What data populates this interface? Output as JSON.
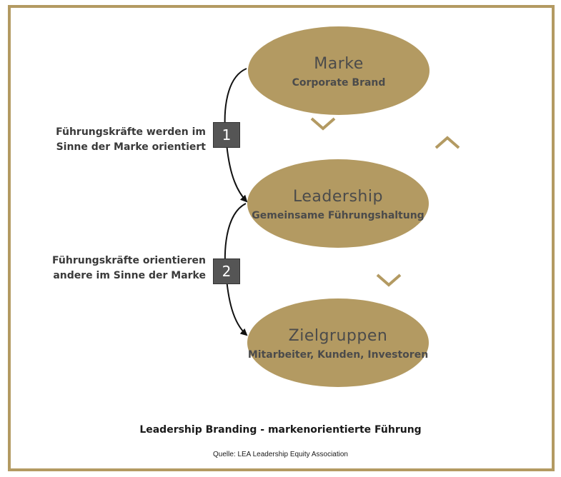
{
  "nodes": [
    {
      "id": "marke",
      "title": "Marke",
      "subtitle": "Corporate Brand"
    },
    {
      "id": "leadership",
      "title": "Leadership",
      "subtitle": "Gemeinsame Führungshaltung"
    },
    {
      "id": "zielgruppen",
      "title": "Zielgruppen",
      "subtitle": "Mitarbeiter, Kunden, Investoren"
    }
  ],
  "steps": [
    {
      "number": "1",
      "line1": "Führungskräfte werden im",
      "line2": "Sinne der Marke orientiert"
    },
    {
      "number": "2",
      "line1": "Führungskräfte orientieren",
      "line2": "andere im Sinne der Marke"
    }
  ],
  "caption": {
    "title": "Leadership Branding - markenorientierte Führung",
    "source": "Quelle: LEA Leadership Equity Association"
  },
  "colors": {
    "accent_gold": "#b39a62",
    "badge_gray": "#555555",
    "text_dark": "#4b4b4b"
  },
  "icons": {
    "down_chevron": "chevron-down-icon",
    "up_chevron": "chevron-up-icon",
    "curved_arrow": "curved-arrow-icon"
  }
}
